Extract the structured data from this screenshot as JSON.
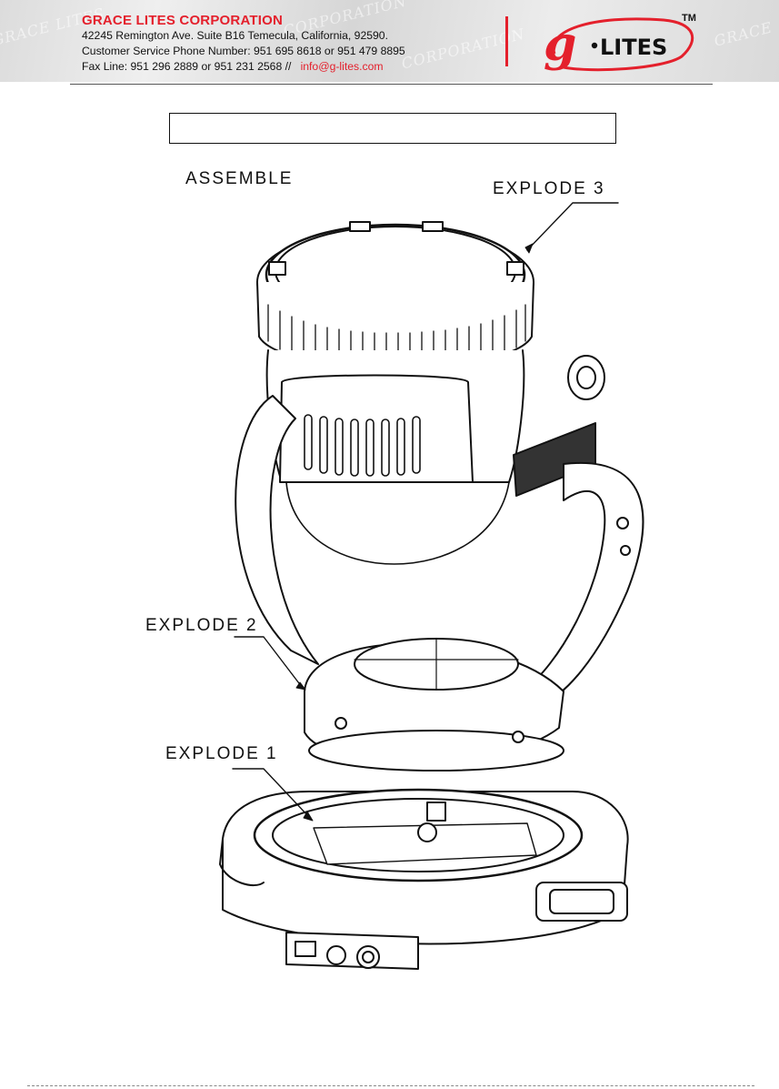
{
  "header": {
    "company_name": "GRACE LITES CORPORATION",
    "address_line": "42245 Remington Ave. Suite B16 Temecula, California, 92590.",
    "phone_line": "Customer Service Phone Number: 951 695 8618 or 951 479 8895",
    "fax_line": "Fax Line: 951 296 2889 or 951 231 2568  //",
    "email": "info@g-lites.com",
    "logo_text": "g•LITES",
    "trademark": "TM",
    "brand_color": "#e4202c"
  },
  "labels": {
    "assemble": "ASSEMBLE",
    "explode3": "EXPLODE 3",
    "explode2": "EXPLODE 2",
    "explode1": "EXPLODE 1"
  }
}
